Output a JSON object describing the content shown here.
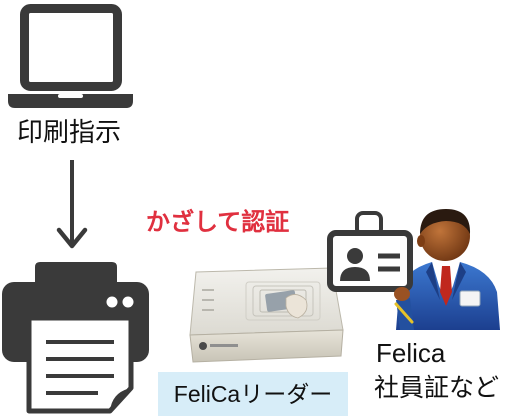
{
  "diagram": {
    "print_label": "印刷指示",
    "touch_label": "かざして認証",
    "reader_label": "FeliCaリーダー",
    "card_label_line1": "Felica",
    "card_label_line2": "社員証など"
  },
  "icons": {
    "laptop": "laptop-icon",
    "arrow": "arrow-down-icon",
    "printer": "printer-icon",
    "reader": "felica-reader-image",
    "id_card": "id-card-icon",
    "person": "businessman-icon"
  },
  "colors": {
    "icon": "#3a3a3a",
    "accent_red": "#e0303f",
    "label_background": "#d7edf8",
    "suit_blue": "#2c5fb8",
    "tie_red": "#c0281e"
  }
}
